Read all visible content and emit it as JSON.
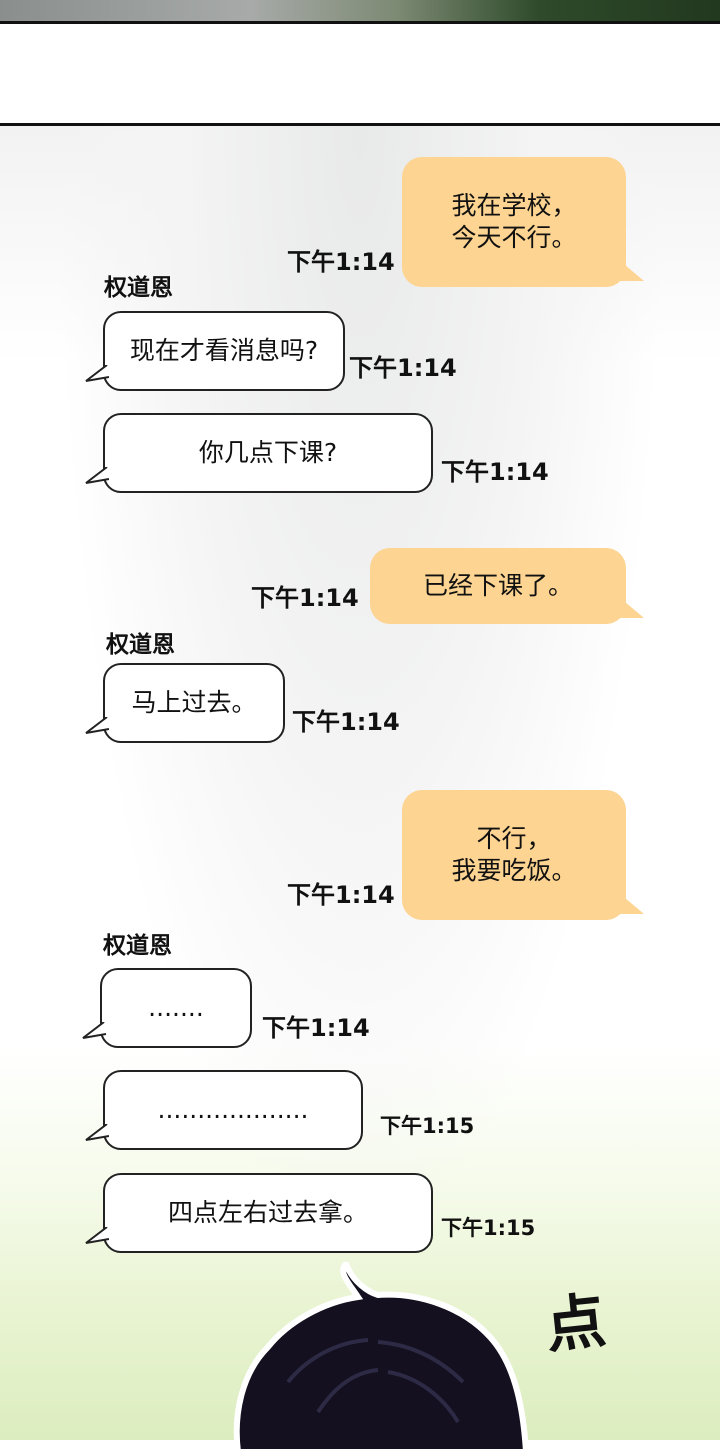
{
  "chat": {
    "name": "权道恩",
    "messages": [
      {
        "text": "我在学校，\n今天不行。",
        "time": "下午1:14"
      },
      {
        "text": "现在才看消息吗?",
        "time": "下午1:14"
      },
      {
        "text": "你几点下课?",
        "time": "下午1:14"
      },
      {
        "text": "已经下课了。",
        "time": "下午1:14"
      },
      {
        "text": "马上过去。",
        "time": "下午1:14"
      },
      {
        "text": "不行，\n我要吃饭。",
        "time": "下午1:14"
      },
      {
        "text": ".......",
        "time": "下午1:14"
      },
      {
        "text": "...................",
        "time": "下午1:15"
      },
      {
        "text": "四点左右过去拿。",
        "time": "下午1:15"
      }
    ]
  },
  "sfx": "点",
  "colors": {
    "my_bubble": "#fdd492",
    "other_bubble": "#ffffff",
    "hair": "#14101f",
    "grass": "#dcedbf"
  }
}
